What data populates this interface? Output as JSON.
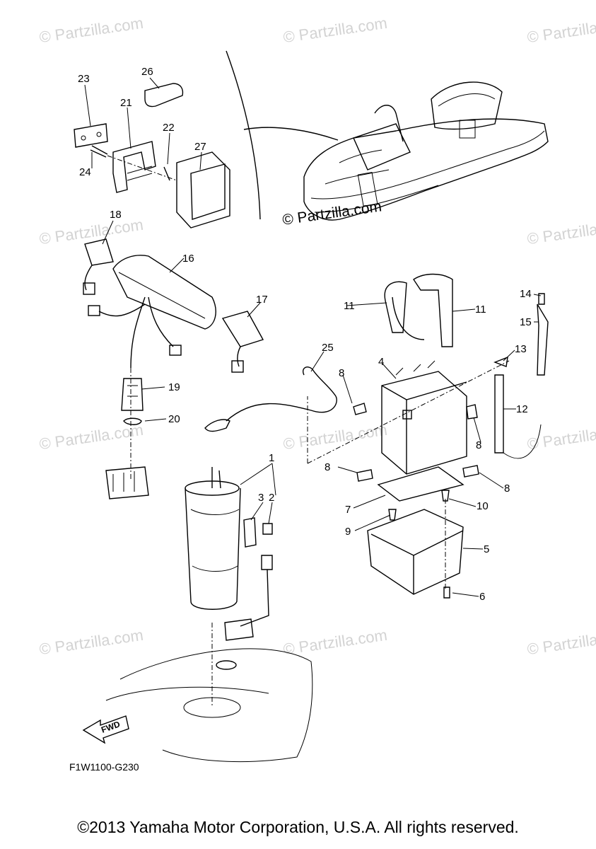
{
  "watermark": "© Partzilla.com",
  "credit_text": "© Partzilla.com",
  "diagram_code": "F1W1100-G230",
  "fwd_label": "FWD",
  "copyright": "©2013 Yamaha Motor Corporation, U.S.A. All rights reserved.",
  "callouts": {
    "c1": "1",
    "c2": "2",
    "c3": "3",
    "c4": "4",
    "c5": "5",
    "c6": "6",
    "c7": "7",
    "c8a": "8",
    "c8b": "8",
    "c8c": "8",
    "c8d": "8",
    "c9": "9",
    "c10": "10",
    "c11a": "11",
    "c11b": "11",
    "c12": "12",
    "c13": "13",
    "c14": "14",
    "c15": "15",
    "c16": "16",
    "c17": "17",
    "c18": "18",
    "c19": "19",
    "c20": "20",
    "c21": "21",
    "c22": "22",
    "c23": "23",
    "c24": "24",
    "c25": "25",
    "c26": "26",
    "c27": "27"
  }
}
